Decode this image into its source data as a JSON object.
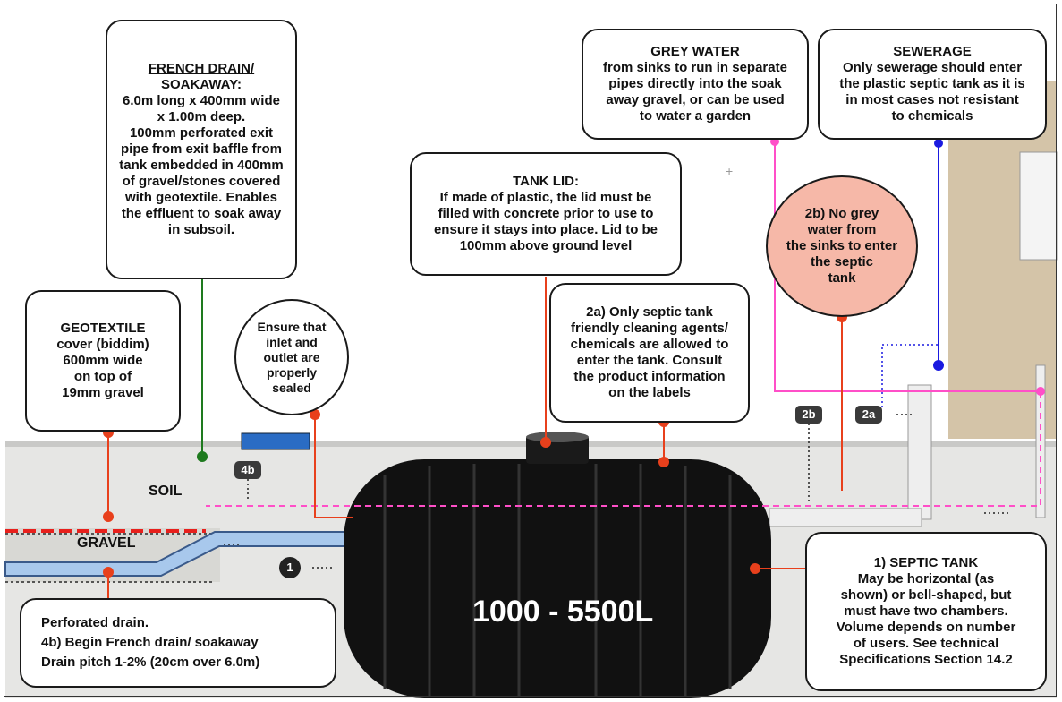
{
  "callouts": {
    "french_drain": {
      "title_lines": [
        "FRENCH DRAIN/",
        "SOAKAWAY:"
      ],
      "body_lines": [
        "6.0m long  x 400mm wide",
        "x 1.00m deep.",
        "100mm perforated exit",
        "pipe from exit baffle from",
        "tank embedded in 400mm",
        "of gravel/stones covered",
        "with geotextile. Enables",
        "the effluent to soak away",
        "in subsoil."
      ]
    },
    "grey_water": {
      "title": "GREY WATER",
      "body_lines": [
        "from sinks to run in separate",
        "pipes directly into the soak",
        "away gravel, or can be used",
        "to water a garden"
      ]
    },
    "sewerage": {
      "title": "SEWERAGE",
      "body_lines": [
        "Only sewerage  should enter",
        "the plastic septic tank as it is",
        "in most cases not resistant",
        "to chemicals"
      ]
    },
    "tank_lid": {
      "title": "TANK LID:",
      "body_lines": [
        "If made of plastic, the lid must be",
        "filled with concrete prior to use to",
        "ensure it stays into place. Lid to be",
        "100mm above ground level"
      ]
    },
    "no_grey_water": {
      "lines": [
        "2b) No grey",
        "water from",
        "the sinks to enter",
        "the septic",
        "tank"
      ]
    },
    "geotextile": {
      "lines": [
        "GEOTEXTILE",
        "cover (biddim)",
        "600mm wide",
        "on top of",
        "19mm gravel"
      ]
    },
    "sealed": {
      "lines": [
        "Ensure that",
        "inlet and",
        "outlet are",
        "properly",
        "sealed"
      ]
    },
    "cleaning_agents": {
      "lines": [
        "2a) Only septic tank",
        "friendly cleaning agents/",
        "chemicals are allowed to",
        "enter the tank. Consult",
        "the product information",
        "on the labels"
      ]
    },
    "septic_tank": {
      "lines": [
        "1) SEPTIC TANK",
        "May be horizontal (as",
        "shown) or bell-shaped, but",
        "must have two chambers.",
        "Volume depends on number",
        "of users. See technical",
        "Specifications Section 14.2"
      ]
    },
    "perforated_drain": {
      "lines": [
        "Perforated drain.",
        "4b) Begin French drain/ soakaway",
        "Drain pitch 1-2% (20cm over 6.0m)"
      ]
    }
  },
  "markers": {
    "tag_2b": "2b",
    "tag_2a": "2a",
    "tag_4b": "4b",
    "num_1": "1"
  },
  "ground": {
    "soil_label": "SOIL",
    "gravel_label": "GRAVEL"
  },
  "tank": {
    "volume_label": "1000 - 5500L"
  },
  "colors": {
    "leader_red": "#e8401c",
    "leader_green": "#1e7a1e",
    "leader_pink": "#ff4fc8",
    "leader_blue": "#1a1ae0",
    "pink_callout_fill": "#f6b8a8",
    "tank_black": "#111111",
    "pipe_blue": "#a8c8ec"
  }
}
